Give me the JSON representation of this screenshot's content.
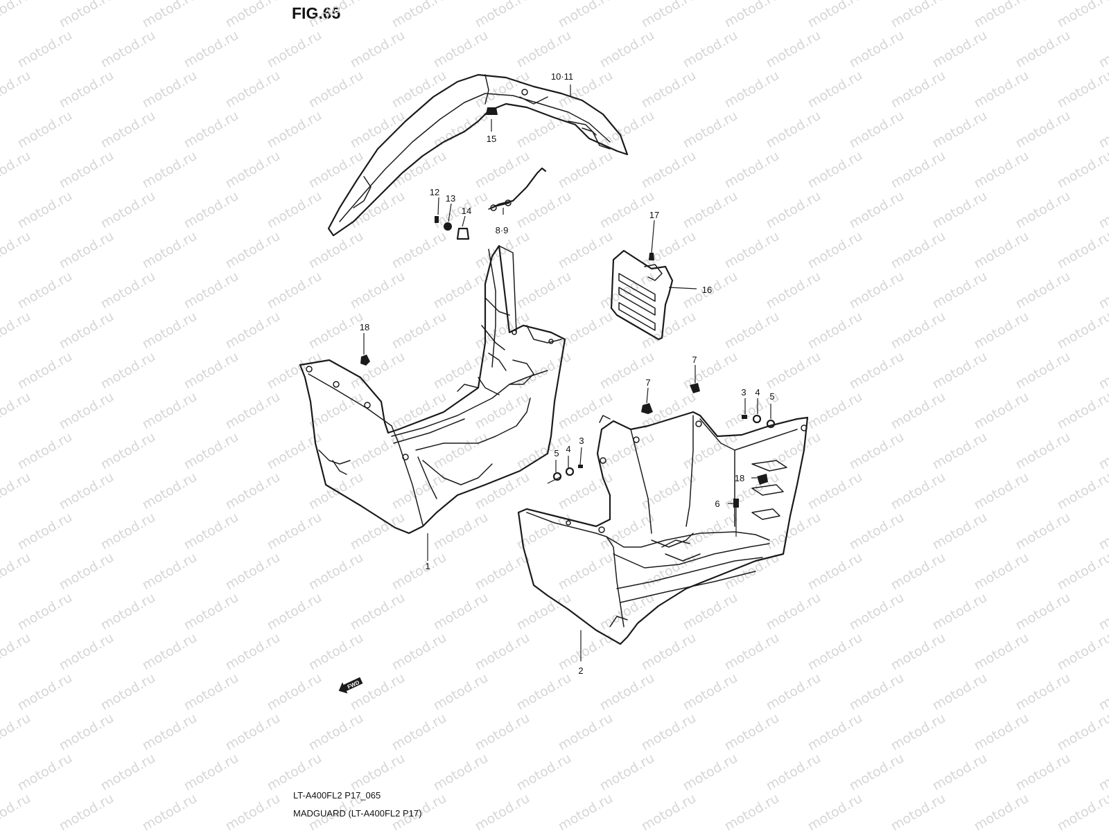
{
  "figure_title": "FIG.65",
  "watermark": "motod.ru",
  "footer": {
    "code": "LT-A400FL2 P17_065",
    "description": "MADGUARD (LT-A400FL2 P17)"
  },
  "direction_badge": "FWD",
  "callouts": [
    "10·11",
    "15",
    "12",
    "13",
    "14",
    "8·9",
    "17",
    "16",
    "18",
    "7",
    "3",
    "4",
    "5",
    "18",
    "6",
    "1",
    "2",
    "5",
    "4",
    "3",
    "7"
  ]
}
